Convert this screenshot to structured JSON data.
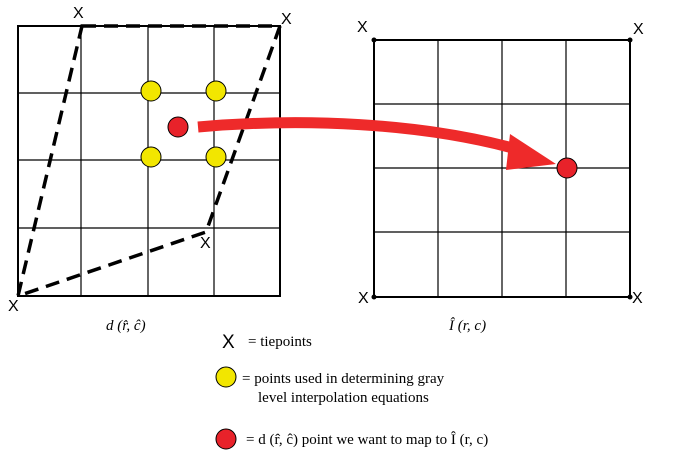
{
  "tiepoint_mark": "X",
  "left_grid": {
    "caption": "d (r̂, ĉ)"
  },
  "right_grid": {
    "caption": "Î (r, c)"
  },
  "legend": {
    "tiepoint_symbol": "X",
    "tiepoint_text": "= tiepoints",
    "yellow_text_line1": "= points used in determining gray",
    "yellow_text_line2": "level interpolation equations",
    "red_text": "=  d (r̂, ĉ) point we want to map to Î (r, c)"
  },
  "colors": {
    "yellow": "#f2e600",
    "red": "#e8222a",
    "arrow": "#ee2a2a",
    "line": "#000000"
  }
}
